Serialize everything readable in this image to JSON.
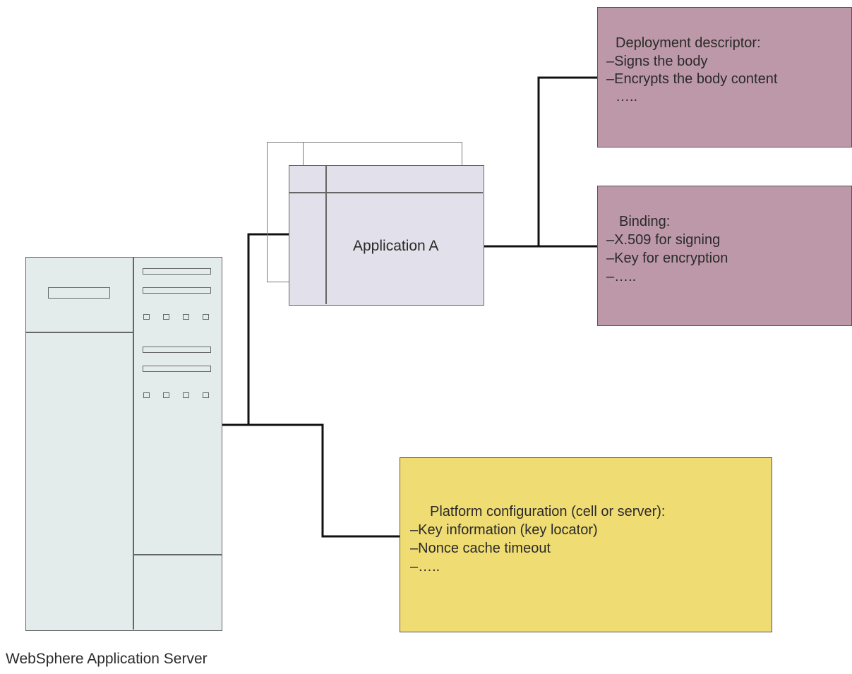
{
  "server": {
    "caption": "WebSphere Application Server",
    "icon": "server-tower-icon"
  },
  "application": {
    "label": "Application A",
    "icon": "application-window-stack-icon"
  },
  "deployment_descriptor": {
    "title": "Deployment descriptor:",
    "items": [
      "–Signs the body",
      "–Encrypts the body content",
      "….."
    ]
  },
  "binding": {
    "title": "Binding:",
    "items": [
      "–X.509 for signing",
      "–Key for encryption",
      "–….."
    ]
  },
  "platform": {
    "title": "Platform configuration (cell or server):",
    "items": [
      "–Key information (key locator)",
      "–Nonce cache timeout",
      "–….."
    ]
  },
  "colors": {
    "descriptor_fill": "#bd98a8",
    "binding_fill": "#bd98a8",
    "platform_fill": "#efdc72",
    "application_fill": "#e2e0ea",
    "server_fill": "#e3ecea"
  }
}
